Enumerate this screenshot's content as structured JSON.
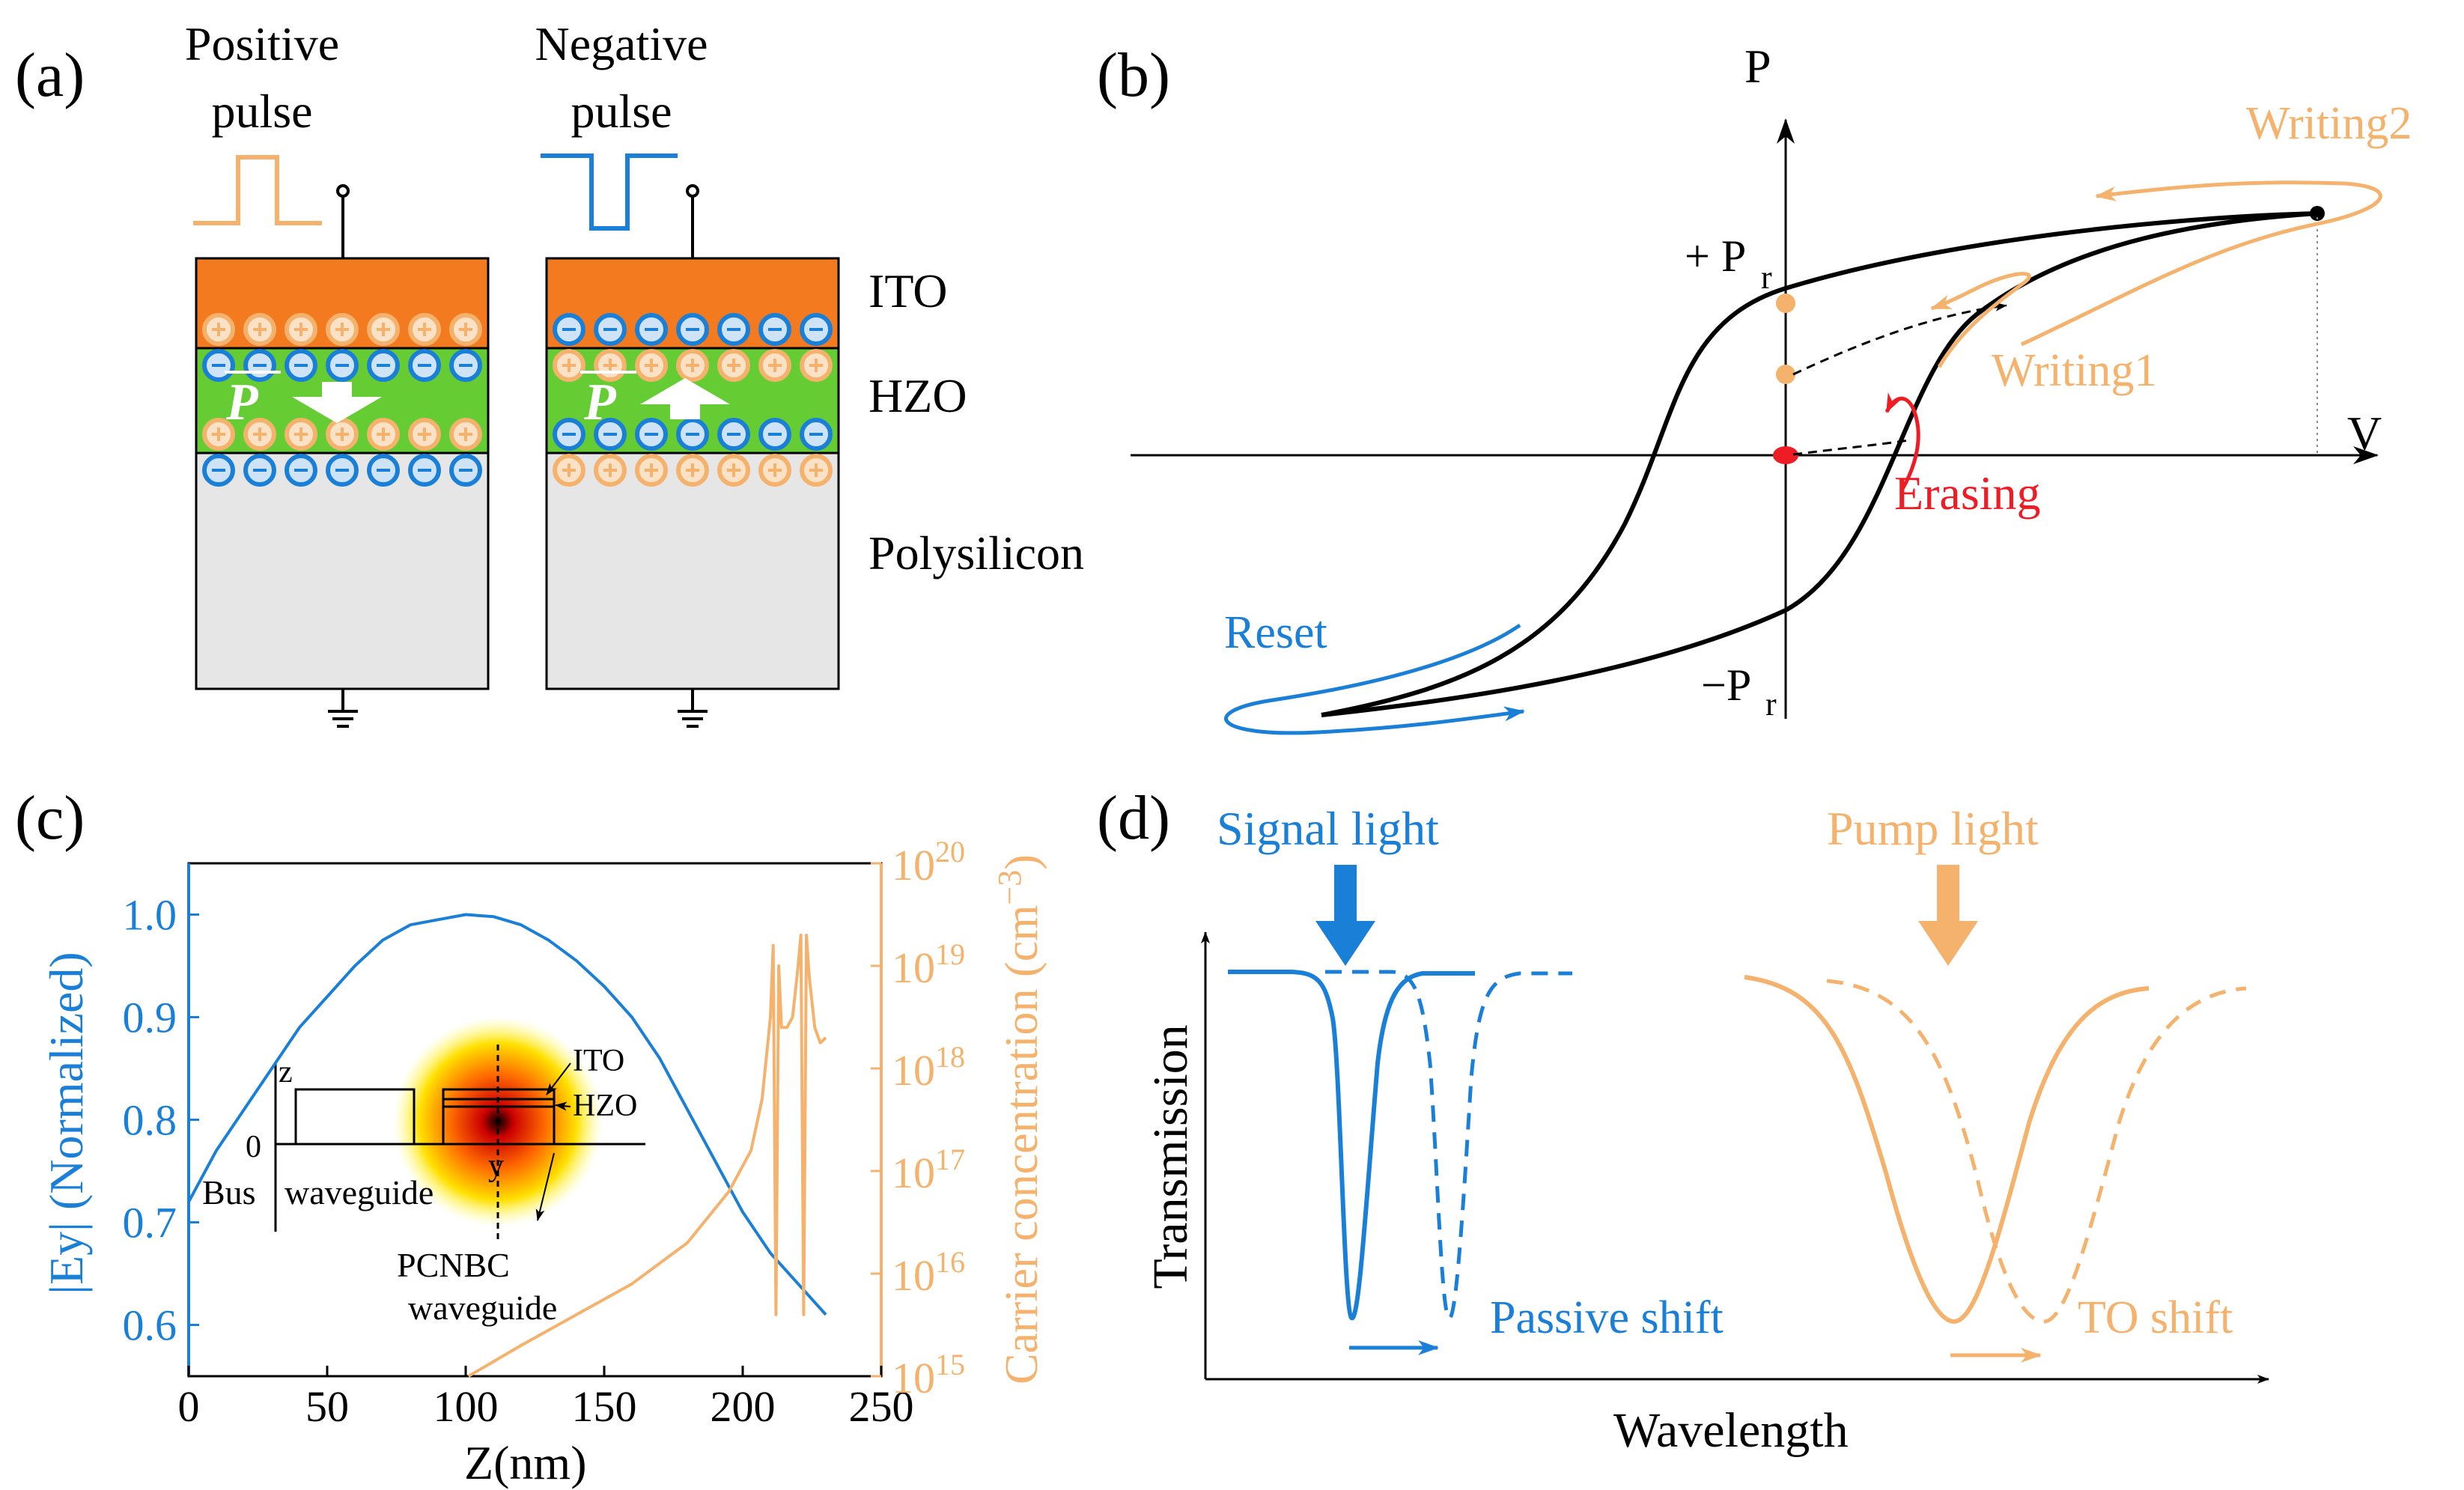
{
  "colors": {
    "blue": "#1a7fd6",
    "orange": "#f4b26c",
    "ito": "#f47a20",
    "hzo": "#66cc33",
    "poly": "#e6e6e6",
    "red": "#ee1c24",
    "black": "#000000"
  },
  "panel_a": {
    "label": "(a)",
    "positive_pulse": "Positive\npulse",
    "negative_pulse": "Negative\npulse",
    "positive_pulse_l1": "Positive",
    "positive_pulse_l2": "pulse",
    "negative_pulse_l1": "Negative",
    "negative_pulse_l2": "pulse",
    "ito": "ITO",
    "hzo": "HZO",
    "polysilicon": "Polysilicon",
    "polarization_symbol": "P"
  },
  "panel_b": {
    "label": "(b)",
    "axis_p": "P",
    "axis_v": "V",
    "plus_pr": "+ P",
    "minus_pr": "−P",
    "pr_subscript": "r",
    "writing2": "Writing2",
    "writing1": "Writing1",
    "erasing": "Erasing",
    "reset": "Reset"
  },
  "panel_c": {
    "label": "(c)",
    "xlabel": "Z(nm)",
    "ylabel_left": "|Ey| (Normalized)",
    "ylabel_right_main": "Carrier concentration (cm",
    "ylabel_right_sup": "−3",
    "ylabel_right_close": ")",
    "x_ticks": [
      "0",
      "50",
      "100",
      "150",
      "200",
      "250"
    ],
    "y_ticks_left": [
      "0.6",
      "0.7",
      "0.8",
      "0.9",
      "1.0"
    ],
    "y_ticks_right_base": "10",
    "y_ticks_right_exp": [
      "15",
      "16",
      "17",
      "18",
      "19",
      "20"
    ],
    "inset": {
      "z": "z",
      "zero": "0",
      "y": "y",
      "bus": "Bus",
      "waveguide": "waveguide",
      "ito": "ITO",
      "hzo": "HZO",
      "pcnbc": "PCNBC",
      "pcnbc_waveguide": "waveguide"
    }
  },
  "panel_d": {
    "label": "(d)",
    "signal_light": "Signal light",
    "pump_light": "Pump light",
    "ylabel": "Transmission",
    "xlabel": "Wavelength",
    "passive_shift": "Passive shift",
    "to_shift": "TO shift"
  },
  "chart_data": {
    "type": "line",
    "title": "",
    "xlabel": "Z(nm)",
    "ylabel": "|Ey| (Normalized)",
    "ylabel_right": "Carrier concentration (cm−3)",
    "xlim": [
      0,
      250
    ],
    "ylim": [
      0.55,
      1.05
    ],
    "ylim_right_log10": [
      15,
      20
    ],
    "grid": false,
    "series": [
      {
        "axis": "left",
        "x": [
          0,
          10,
          20,
          30,
          40,
          50,
          60,
          70,
          80,
          90,
          100,
          110,
          120,
          130,
          140,
          150,
          160,
          170,
          180,
          190,
          200,
          210,
          220,
          230
        ],
        "values": [
          0.72,
          0.77,
          0.81,
          0.85,
          0.89,
          0.92,
          0.95,
          0.975,
          0.99,
          0.995,
          1.0,
          0.998,
          0.99,
          0.975,
          0.955,
          0.93,
          0.9,
          0.86,
          0.81,
          0.76,
          0.71,
          0.67,
          0.64,
          0.61
        ]
      },
      {
        "axis": "right_log10",
        "x": [
          101,
          120,
          140,
          160,
          180,
          195,
          203,
          207,
          210,
          211,
          212,
          213,
          214,
          216,
          218,
          220,
          221,
          222,
          223,
          224,
          226,
          228,
          230
        ],
        "values": [
          15.0,
          15.3,
          15.6,
          15.9,
          16.3,
          16.8,
          17.2,
          17.7,
          18.5,
          19.2,
          15.6,
          19.0,
          18.4,
          18.4,
          18.5,
          19.0,
          19.3,
          15.6,
          19.3,
          18.9,
          18.4,
          18.25,
          18.3
        ]
      }
    ]
  }
}
